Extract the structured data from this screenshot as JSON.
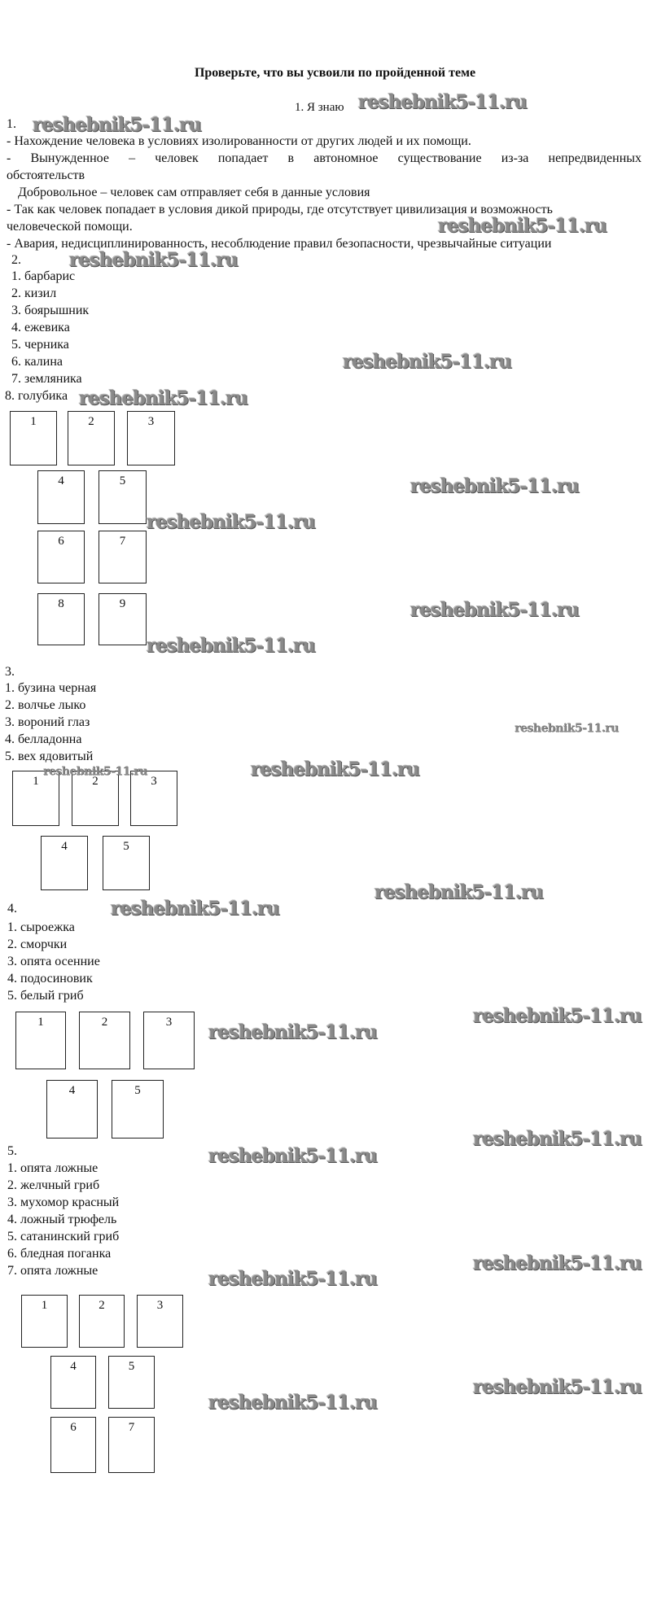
{
  "title": "Проверьте, что вы усвоили по пройденной теме",
  "subtitle": "1. Я знаю",
  "watermark": "reshebnik5-11.ru",
  "task1": {
    "number": "1.",
    "lines": [
      "- Нахождение человека в условиях изолированности от других людей и их помощи.",
      "- Вынужденное – человек попадает в автономное существование из-за непредвиденных",
      "обстоятельств",
      "Добровольное – человек сам отправляет себя в данные условия",
      "- Так как человек попадает в условия дикой природы, где отсутствует цивилизация и возможность",
      "человеческой помощи.",
      "- Авария, недисциплинированность, несоблюдение правил безопасности, чрезвычайные ситуации"
    ]
  },
  "task2": {
    "number": "2.",
    "items": [
      "1. барбарис",
      "2. кизил",
      "3. боярышник",
      "4. ежевика",
      "5. черника",
      "6. калина",
      "7. земляника",
      "8. голубика"
    ],
    "boxes": [
      "1",
      "2",
      "3",
      "4",
      "5",
      "6",
      "7",
      "8",
      "9"
    ]
  },
  "task3": {
    "number": "3.",
    "items": [
      "1. бузина черная",
      "2. волчье лыко",
      "3. вороний глаз",
      "4. белладонна",
      "5. вех ядовитый"
    ],
    "boxes": [
      "1",
      "2",
      "3",
      "4",
      "5"
    ]
  },
  "task4": {
    "number": "4.",
    "items": [
      "1. сыроежка",
      "2. сморчки",
      "3. опята осенние",
      "4. подосиновик",
      "5. белый гриб"
    ],
    "boxes": [
      "1",
      "2",
      "3",
      "4",
      "5"
    ]
  },
  "task5": {
    "number": "5.",
    "items": [
      "1. опята ложные",
      "2. желчный гриб",
      "3. мухомор красный",
      "4. ложный трюфель",
      "5. сатанинский гриб",
      "6. бледная поганка",
      "7. опята ложные"
    ],
    "boxes": [
      "1",
      "2",
      "3",
      "4",
      "5",
      "6",
      "7"
    ]
  }
}
